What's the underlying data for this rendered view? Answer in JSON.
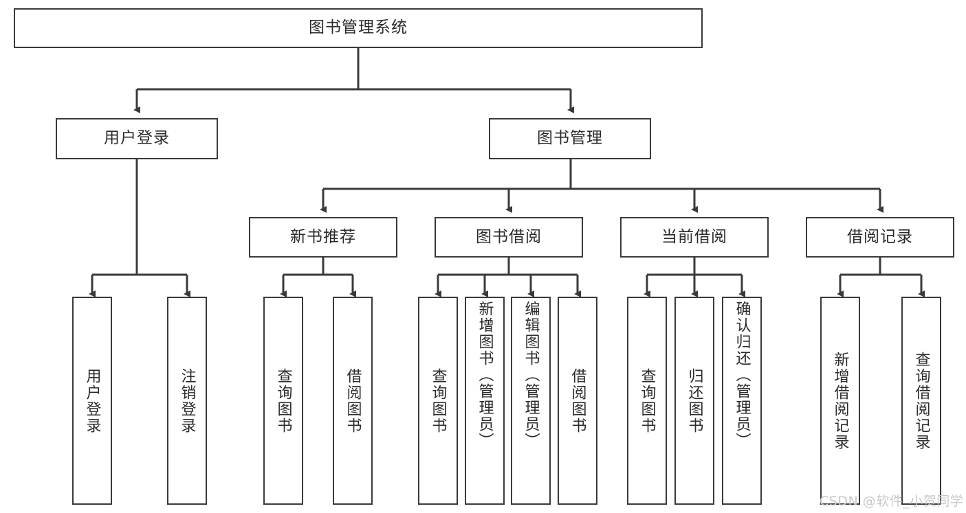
{
  "diagram": {
    "type": "tree",
    "title": "图书管理系统",
    "orientation": "top-down",
    "style": {
      "box_border_color": "#3a3a3a",
      "box_fill_color": "#ffffff",
      "edge_color": "#3a3a3a",
      "text_color": "#2b2b2b",
      "background": "#ffffff"
    },
    "root": {
      "label": "图书管理系统"
    },
    "level2": [
      {
        "label": "用户登录"
      },
      {
        "label": "图书管理"
      }
    ],
    "level3": [
      {
        "label": "新书推荐"
      },
      {
        "label": "图书借阅"
      },
      {
        "label": "当前借阅"
      },
      {
        "label": "借阅记录"
      }
    ],
    "leaves": {
      "user_login": [
        {
          "label": "用户登录"
        },
        {
          "label": "注销登录"
        }
      ],
      "new_book_recommend": [
        {
          "label": "查询图书"
        },
        {
          "label": "借阅图书"
        }
      ],
      "book_borrow": [
        {
          "label": "查询图书"
        },
        {
          "label": "新增图书（管理员）"
        },
        {
          "label": "编辑图书（管理员）"
        },
        {
          "label": "借阅图书"
        }
      ],
      "current_borrow": [
        {
          "label": "查询图书"
        },
        {
          "label": "归还图书"
        },
        {
          "label": "确认归还（管理员）"
        }
      ],
      "borrow_record": [
        {
          "label": "新增借阅记录"
        },
        {
          "label": "查询借阅记录"
        }
      ]
    }
  },
  "watermark": {
    "text": "CSDN @软件_小贺同学"
  }
}
